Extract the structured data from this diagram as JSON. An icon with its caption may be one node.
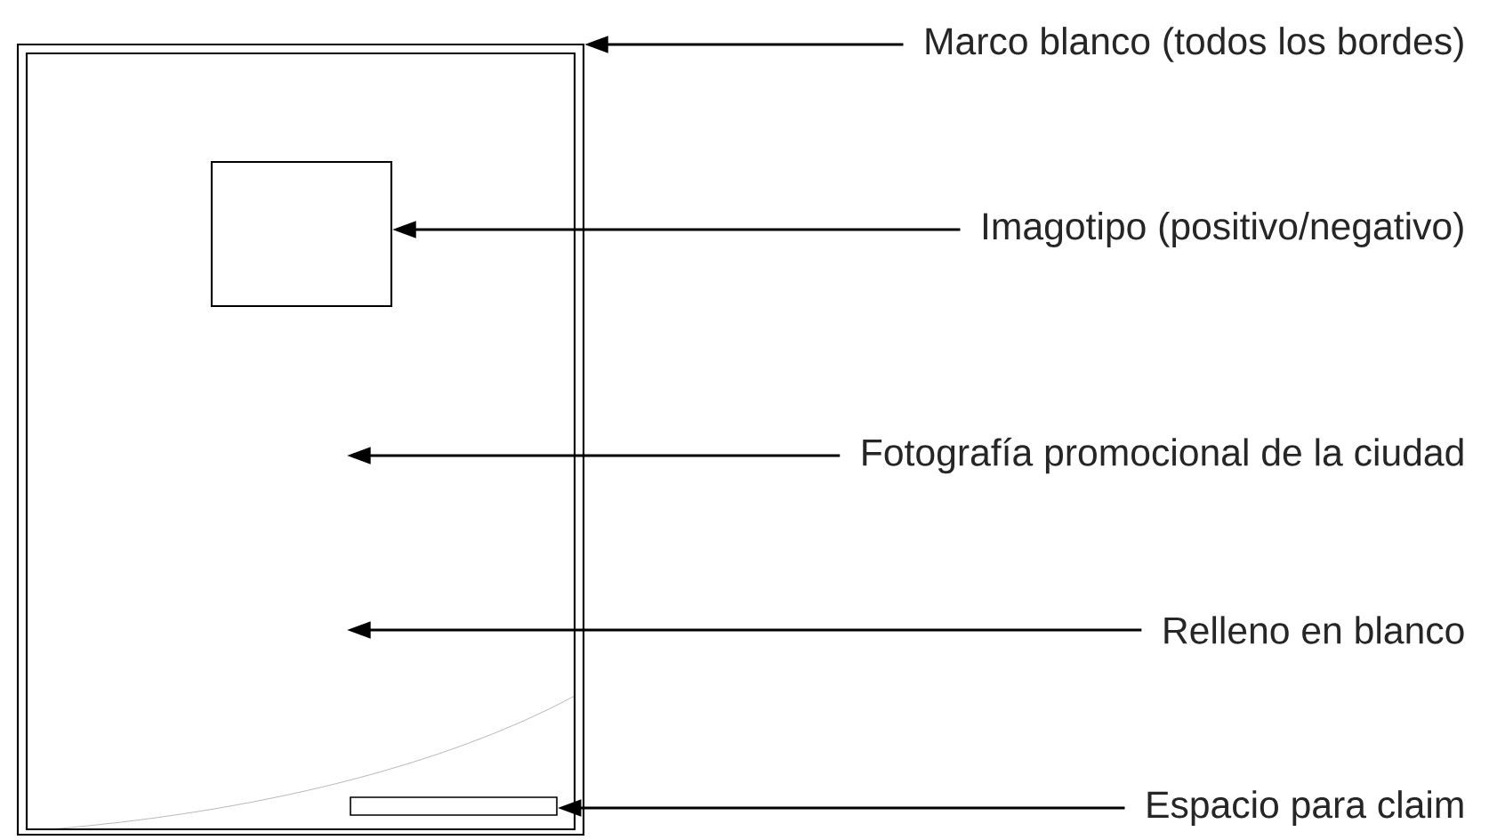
{
  "diagram": {
    "nodes": [
      {
        "text": [
          "Marco blanco (todos los bordes)"
        ]
      },
      {
        "text": [],
        "shape": "box"
      },
      {
        "text": [],
        "shape": "box",
        "in": 1
      },
      {
        "text": [],
        "shape": "box",
        "in": 2
      },
      {
        "text": [],
        "shape": "bar",
        "in": 2
      },
      {
        "text": [
          "Imagotipo (positivo/negativo)"
        ]
      },
      {
        "text": [
          "Fotografía promocional de la ciudad"
        ]
      },
      {
        "text": [
          "Relleno en blanco"
        ]
      },
      {
        "text": [
          "Espacio para claim"
        ]
      }
    ],
    "edges": [
      {
        "from": 0,
        "to": 1,
        "arrow": "to"
      },
      {
        "from": 5,
        "to": 3,
        "arrow": "to"
      },
      {
        "from": 6,
        "to": null,
        "arrow": "to"
      },
      {
        "from": 7,
        "to": null,
        "arrow": "to"
      },
      {
        "from": 8,
        "to": 4,
        "arrow": "to"
      }
    ]
  }
}
